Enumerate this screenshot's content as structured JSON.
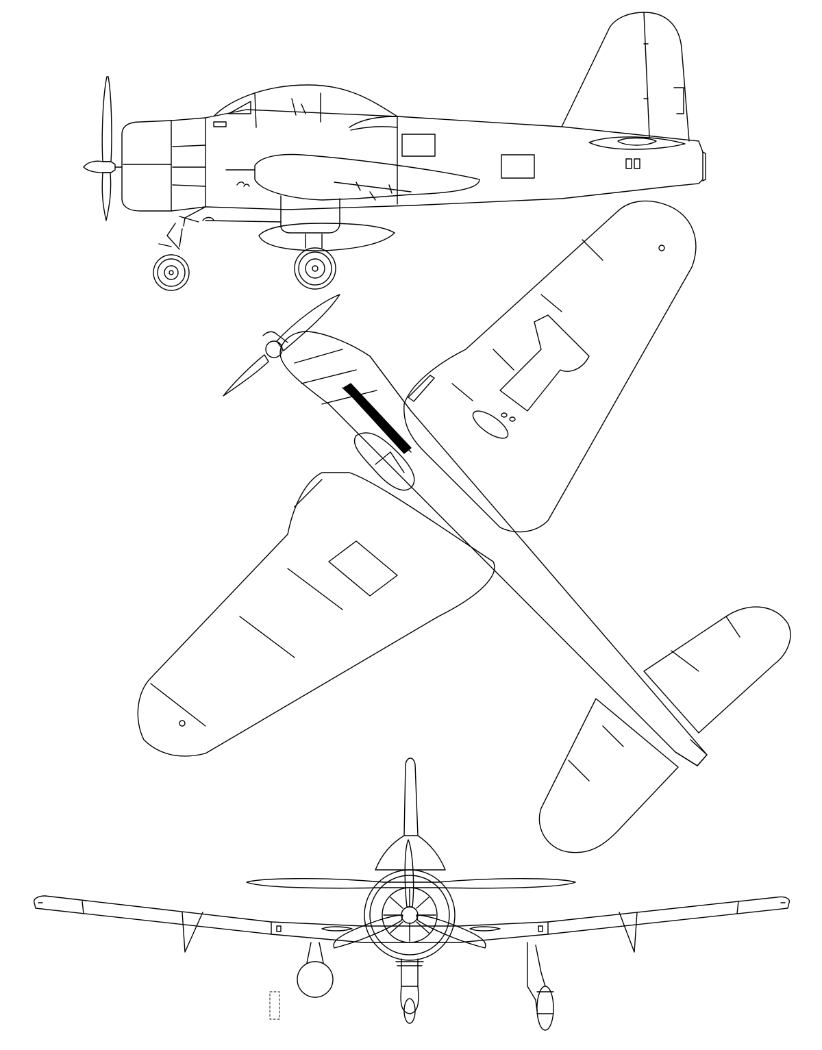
{
  "diagram": {
    "views": [
      "side-view",
      "top-view",
      "front-view"
    ]
  },
  "colors": {
    "line": "#000000",
    "background": "#ffffff"
  }
}
